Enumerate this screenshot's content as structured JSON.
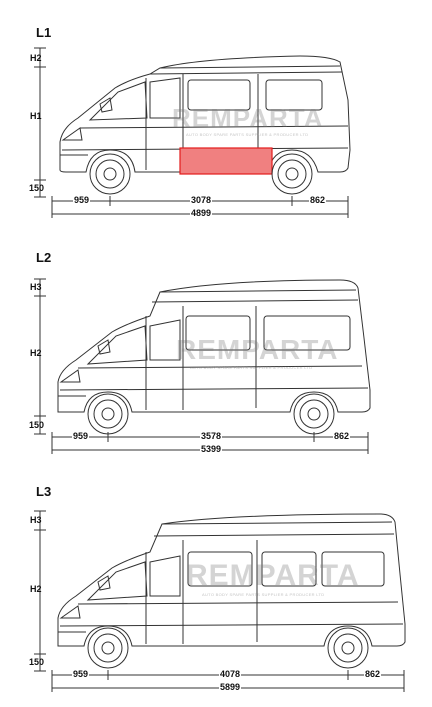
{
  "watermark": {
    "brand": "REMPARTA",
    "tagline": "AUTO BODY SPARE PARTS SUPPLIER & PRODUCER LTD"
  },
  "colors": {
    "line": "#333333",
    "highlight": "#f08080",
    "highlight_stroke": "#e21b1b"
  },
  "panels": [
    {
      "title": "L1",
      "dims": {
        "top": "H2",
        "mid": "H1",
        "bottom": "150",
        "front": "959",
        "wheelbase": "3078",
        "rear": "862",
        "total": "4899"
      }
    },
    {
      "title": "L2",
      "dims": {
        "top": "H3",
        "mid": "H2",
        "bottom": "150",
        "front": "959",
        "wheelbase": "3578",
        "rear": "862",
        "total": "5399"
      }
    },
    {
      "title": "L3",
      "dims": {
        "top": "H3",
        "mid": "H2",
        "bottom": "150",
        "front": "959",
        "wheelbase": "4078",
        "rear": "862",
        "total": "5899"
      }
    }
  ]
}
